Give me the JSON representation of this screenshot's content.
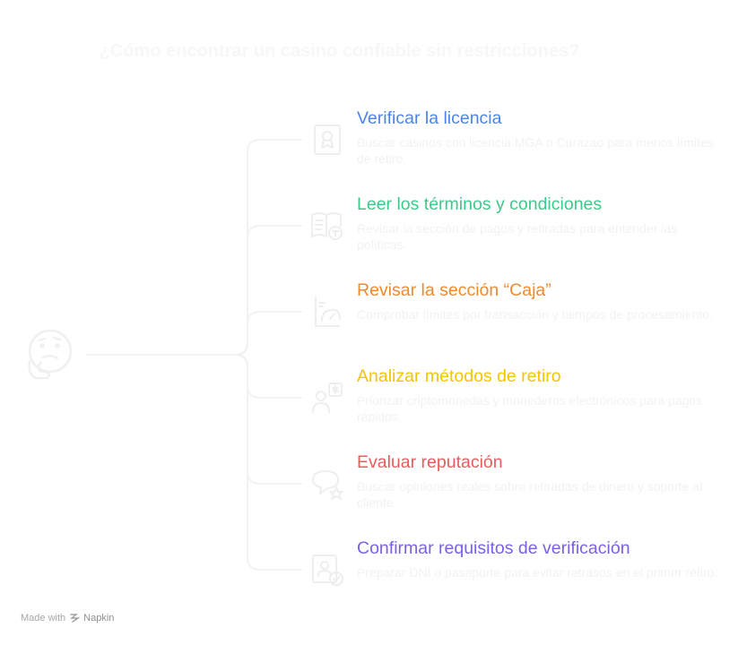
{
  "title": "¿Cómo encontrar un casino confiable sin restricciones?",
  "items": [
    {
      "title": "Verificar la licencia",
      "description": "Buscar casinos con licencia MGA o Curazao para menos límites de retiro.",
      "color": "#4a86e8",
      "icon": "license-icon"
    },
    {
      "title": "Leer los términos y condiciones",
      "description": "Revisar la sección de pagos y retiradas para entender las políticas.",
      "color": "#3ec98a",
      "icon": "book-terms-icon"
    },
    {
      "title": "Revisar la sección “Caja”",
      "description": "Comprobar límites por transacción y tiempos de procesamiento.",
      "color": "#f08a2e",
      "icon": "cashier-gauge-icon"
    },
    {
      "title": "Analizar métodos de retiro",
      "description": "Priorizar criptomonedas y monederos electrónicos para pagos rápidos.",
      "color": "#f2c600",
      "icon": "person-wallet-icon"
    },
    {
      "title": "Evaluar reputación",
      "description": "Buscar opiniones reales sobre retiradas de dinero y soporte al cliente.",
      "color": "#ea5b5b",
      "icon": "chat-star-icon"
    },
    {
      "title": "Confirmar requisitos de verificación",
      "description": "Preparar DNI o pasaporte para evitar retrasos en el primer retiro.",
      "color": "#7b61e8",
      "icon": "id-check-icon"
    }
  ],
  "footer": {
    "made_with": "Made with",
    "brand": "Napkin"
  },
  "colors": {
    "connector": "#f2f2f2",
    "faint_text": "#f2f2f2"
  }
}
